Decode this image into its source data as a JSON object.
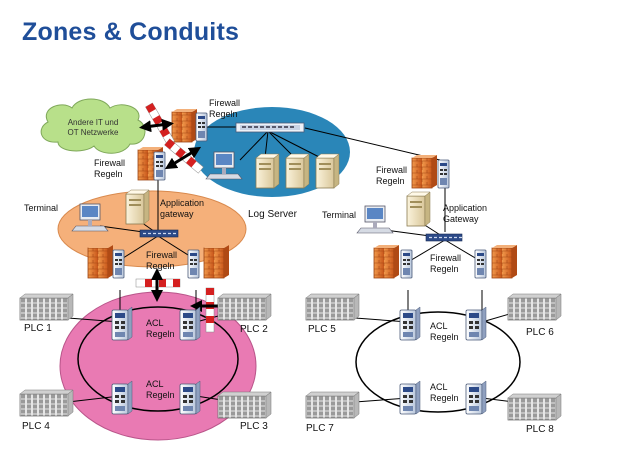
{
  "title": "Zones & Conduits",
  "cloud": {
    "line1": "Andere IT und",
    "line2": "OT Netzwerke"
  },
  "firewall_labels": {
    "top": [
      "Firewall",
      "Regeln"
    ],
    "left_zone": [
      "Firewall",
      "Regeln"
    ],
    "left_lower": [
      "Firewall",
      "Regeln"
    ],
    "right_upper": [
      "Firewall",
      "Regeln"
    ],
    "right_lower": [
      "Firewall",
      "Regeln"
    ]
  },
  "log_server": "Log Server",
  "terminals": {
    "left": "Terminal",
    "right": "Terminal"
  },
  "app_gateway_left": [
    "Application",
    "gateway"
  ],
  "app_gateway_right": [
    "Application",
    "Gateway"
  ],
  "acl_labels": {
    "left_top": [
      "ACL",
      "Regeln"
    ],
    "left_bottom": [
      "ACL",
      "Regeln"
    ],
    "right_top": [
      "ACL",
      "Regeln"
    ],
    "right_bottom": [
      "ACL",
      "Regeln"
    ]
  },
  "plcs": {
    "plc1": "PLC 1",
    "plc2": "PLC 2",
    "plc3": "PLC 3",
    "plc4": "PLC 4",
    "plc5": "PLC 5",
    "plc6": "PLC 6",
    "plc7": "PLC 7",
    "plc8": "PLC 8"
  },
  "colors": {
    "title": "#1f4e99",
    "cloud": "#b8e08a",
    "log_server_zone": "#2a86b8",
    "app_zone": "#f5b07a",
    "plc_zone": "#e97ab3",
    "firewall": "#e8702a",
    "barrier_red": "#d42020"
  }
}
